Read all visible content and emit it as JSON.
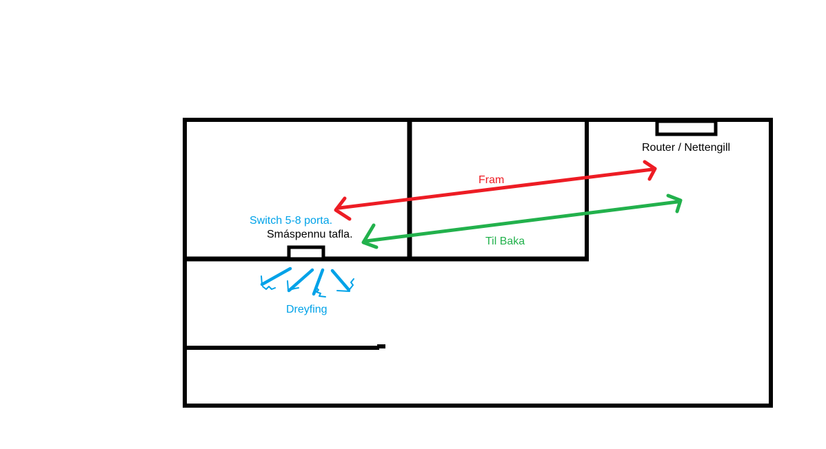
{
  "colors": {
    "wall": "#000000",
    "fram": "#ED1C24",
    "tilbaka": "#22B14C",
    "dreyfing": "#00A2E8"
  },
  "labels": {
    "fram": "Fram",
    "til_baka": "Til Baka",
    "switch_ports": "Switch 5-8 porta.",
    "smaspennu": "Smáspennu tafla.",
    "router": "Router / Nettengill",
    "dreyfing": "Dreyfing"
  }
}
